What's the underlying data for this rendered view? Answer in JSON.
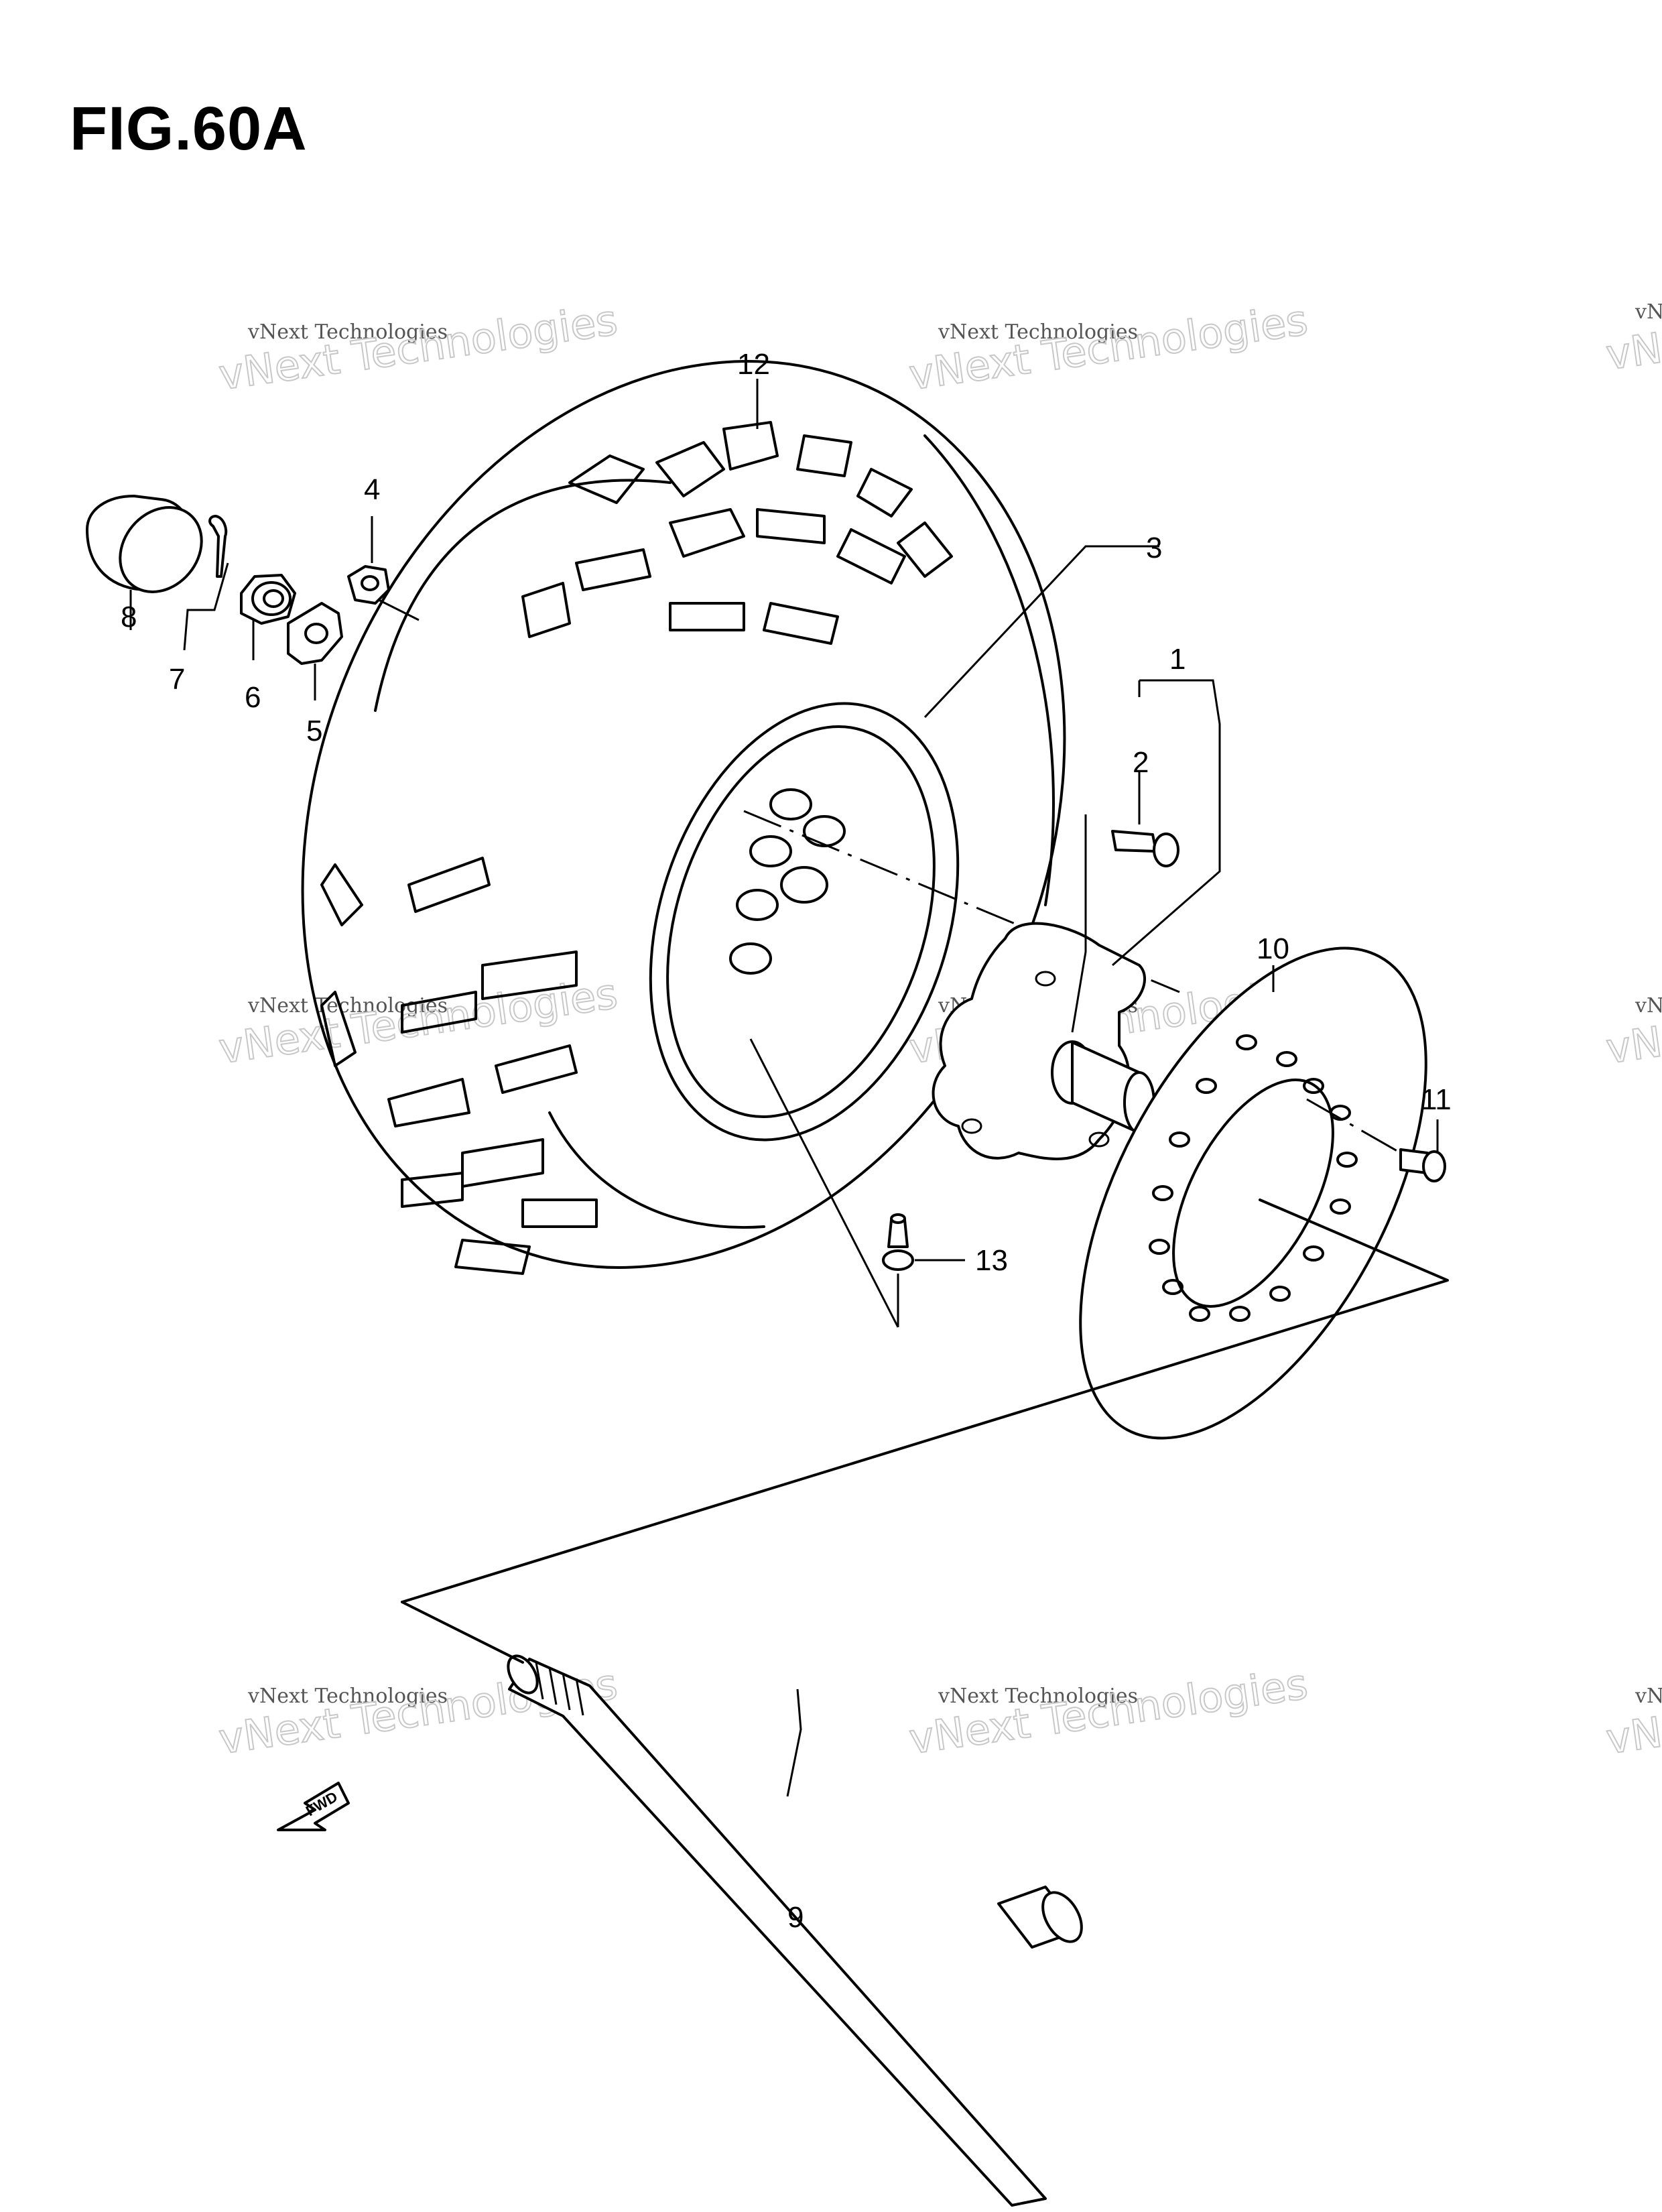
{
  "figure": {
    "title": "FIG.60A"
  },
  "callouts": [
    {
      "id": "1",
      "label": "1"
    },
    {
      "id": "2",
      "label": "2"
    },
    {
      "id": "3",
      "label": "3"
    },
    {
      "id": "4",
      "label": "4"
    },
    {
      "id": "5",
      "label": "5"
    },
    {
      "id": "6",
      "label": "6"
    },
    {
      "id": "7",
      "label": "7"
    },
    {
      "id": "8",
      "label": "8"
    },
    {
      "id": "9",
      "label": "9"
    },
    {
      "id": "10",
      "label": "10"
    },
    {
      "id": "11",
      "label": "11"
    },
    {
      "id": "12",
      "label": "12"
    },
    {
      "id": "13",
      "label": "13"
    }
  ],
  "fwd_arrow": {
    "label": "FWD"
  },
  "watermark": {
    "line1": "vNext Technologies",
    "line2": "vNext Technologies"
  }
}
